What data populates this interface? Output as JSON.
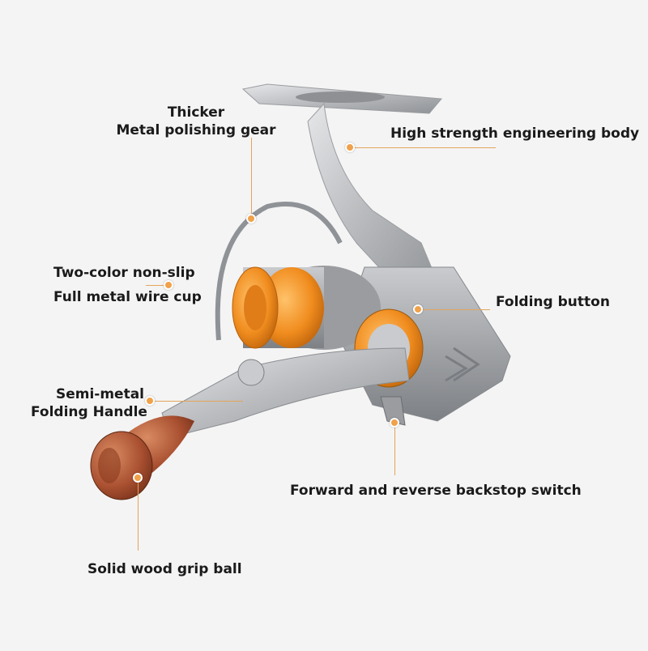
{
  "product_image": {
    "subject": "spinning-fishing-reel",
    "accent_color": "#f08c1e",
    "body_color": "#b9bbbe"
  },
  "callouts": {
    "gear": {
      "line1": "Thicker",
      "line2": "Metal polishing gear"
    },
    "body": {
      "text": "High strength engineering body"
    },
    "wire_cup": {
      "line1": "Two-color non-slip",
      "line2": "Full metal wire cup"
    },
    "folding_button": {
      "text": "Folding button"
    },
    "handle": {
      "line1": "Semi-metal",
      "line2": "Folding Handle"
    },
    "backstop": {
      "text": "Forward and reverse backstop switch"
    },
    "grip": {
      "text": "Solid wood grip ball"
    }
  },
  "colors": {
    "callout_line": "#e3a55b",
    "callout_dot": "#f0a14a"
  }
}
